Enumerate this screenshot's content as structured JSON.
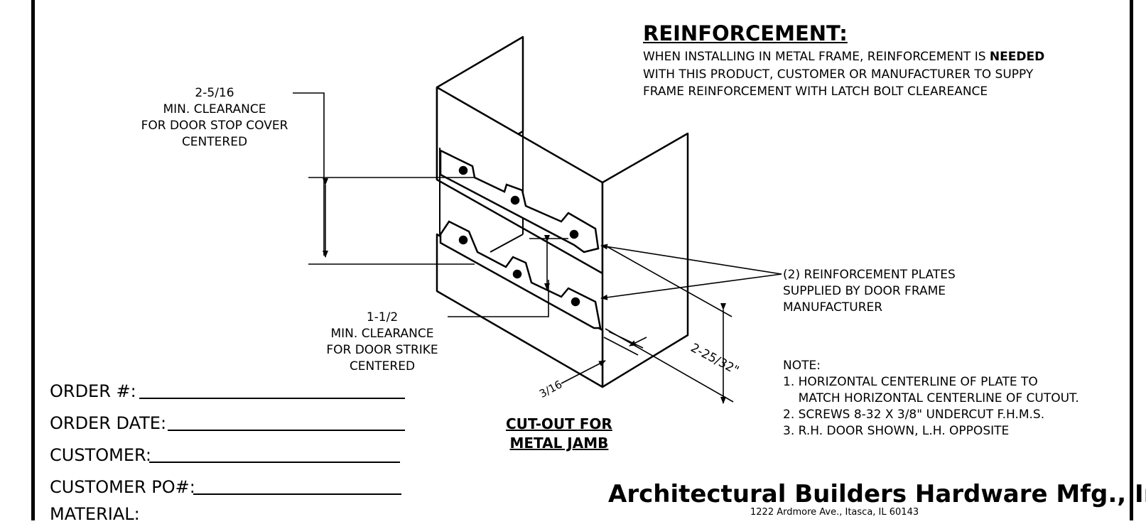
{
  "reinforcement": {
    "title": "REINFORCEMENT:",
    "line1_prefix": "WHEN INSTALLING IN METAL FRAME, REINFORCEMENT IS ",
    "line1_bold": "NEEDED",
    "line2": "WITH THIS PRODUCT, CUSTOMER OR MANUFACTURER TO SUPPY",
    "line3": "FRAME REINFORCEMENT WITH LATCH BOLT CLEAREANCE"
  },
  "dimensions": {
    "stop_cover": [
      "2-5/16",
      "MIN. CLEARANCE",
      "FOR DOOR STOP COVER",
      "CENTERED"
    ],
    "strike": [
      "1-1/2",
      "MIN. CLEARANCE",
      "FOR DOOR STRIKE",
      "CENTERED"
    ],
    "depth": "2-25/32\"",
    "thickness": "3/16"
  },
  "plates": [
    "(2) REINFORCEMENT PLATES",
    "SUPPLIED BY DOOR FRAME",
    "MANUFACTURER"
  ],
  "notes": {
    "heading": "NOTE:",
    "items": [
      "1. HORIZONTAL CENTERLINE OF PLATE TO",
      "    MATCH HORIZONTAL CENTERLINE OF CUTOUT.",
      "2. SCREWS 8-32 X 3/8\" UNDERCUT F.H.M.S.",
      "3. R.H. DOOR SHOWN, L.H. OPPOSITE"
    ]
  },
  "cutout_caption": [
    "CUT-OUT FOR",
    "METAL JAMB"
  ],
  "form": {
    "order_number": "ORDER #:",
    "order_date": "ORDER DATE:",
    "customer": "CUSTOMER:",
    "customer_po": "CUSTOMER PO#:",
    "material": "MATERIAL:"
  },
  "company": {
    "name": "Architectural Builders Hardware Mfg., Inc.",
    "address": "1222 Ardmore Ave., Itasca, IL 60143"
  }
}
